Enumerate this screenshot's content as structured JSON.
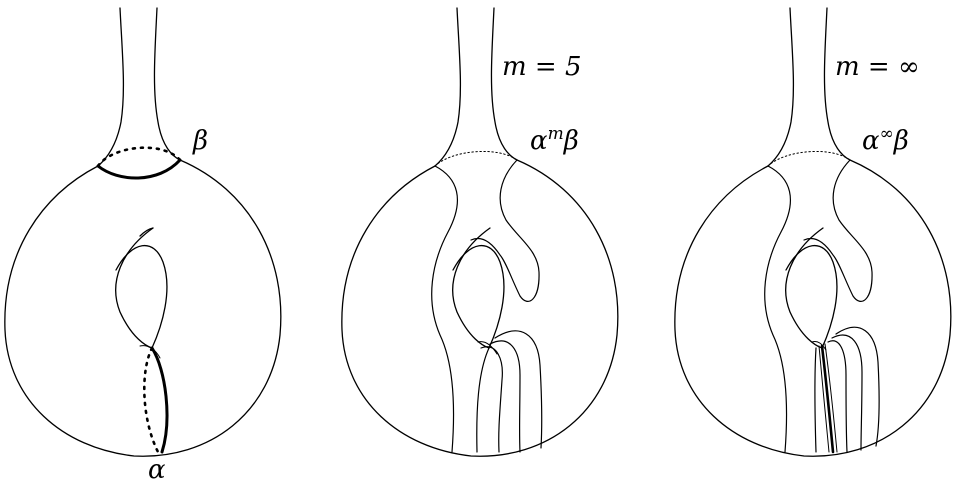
{
  "panels": [
    {
      "curve_labels": {
        "alpha": "α",
        "beta": "β"
      }
    },
    {
      "m_label": "m = 5",
      "curve_label": {
        "base": "α",
        "exponent": "m",
        "tail": "β"
      }
    },
    {
      "m_label": "m = ∞",
      "curve_label": {
        "base": "α",
        "exponent": "∞",
        "tail": "β"
      }
    }
  ]
}
